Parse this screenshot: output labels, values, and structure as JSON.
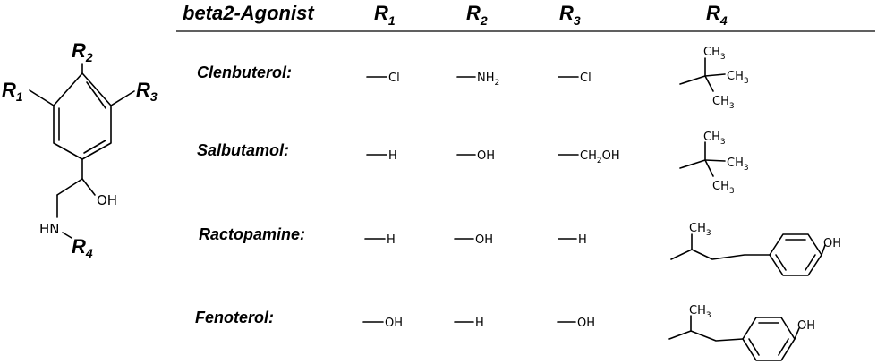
{
  "core": {
    "r1_label": "R",
    "r1_sub": "1",
    "r2_label": "R",
    "r2_sub": "2",
    "r3_label": "R",
    "r3_sub": "3",
    "r4_label": "R",
    "r4_sub": "4",
    "oh_label": "OH",
    "hn_label": "HN"
  },
  "table": {
    "header": {
      "col0": "beta2-Agonist",
      "r1": {
        "label": "R",
        "sub": "1"
      },
      "r2": {
        "label": "R",
        "sub": "2"
      },
      "r3": {
        "label": "R",
        "sub": "3"
      },
      "r4": {
        "label": "R",
        "sub": "4"
      }
    },
    "rows": [
      {
        "name": "Clenbuterol:",
        "r1": "Cl",
        "r2": "NH",
        "r2_sub": "2",
        "r3": "Cl",
        "r4": {
          "type": "tert-butyl",
          "ch3_a": "CH",
          "ch3_b": "CH",
          "ch3_c": "CH",
          "sub": "3"
        }
      },
      {
        "name": "Salbutamol:",
        "r1": "H",
        "r2": "OH",
        "r3_pre": "CH",
        "r3_sub": "2",
        "r3_post": "OH",
        "r4": {
          "type": "tert-butyl",
          "ch3_a": "CH",
          "ch3_b": "CH",
          "ch3_c": "CH",
          "sub": "3"
        }
      },
      {
        "name": "Ractopamine:",
        "r1": "H",
        "r2": "OH",
        "r3": "H",
        "r4": {
          "type": "phenylbutyl",
          "ch3": "CH",
          "sub": "3",
          "oh": "OH"
        }
      },
      {
        "name": "Fenoterol:",
        "r1": "OH",
        "r2": "H",
        "r3": "OH",
        "r4": {
          "type": "phenylpropyl",
          "ch3": "CH",
          "sub": "3",
          "oh": "OH"
        }
      }
    ]
  }
}
